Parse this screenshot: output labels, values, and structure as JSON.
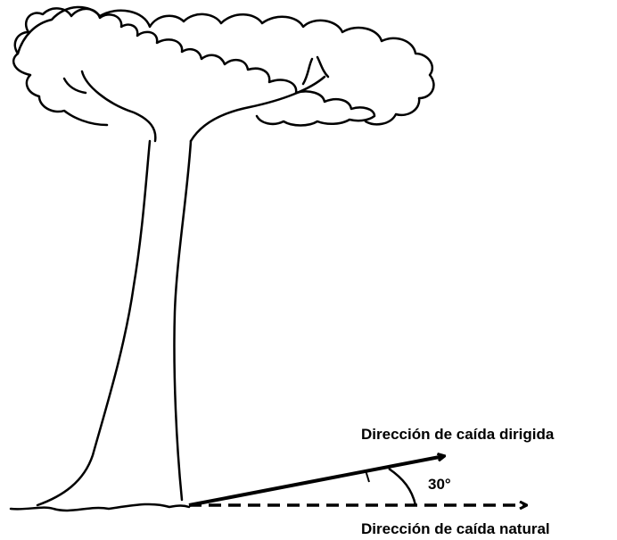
{
  "labels": {
    "directed_fall": "Dirección de caída dirigida",
    "natural_fall": "Dirección de caída natural",
    "angle": "30°"
  },
  "colors": {
    "line": "#000000",
    "background": "#ffffff"
  }
}
